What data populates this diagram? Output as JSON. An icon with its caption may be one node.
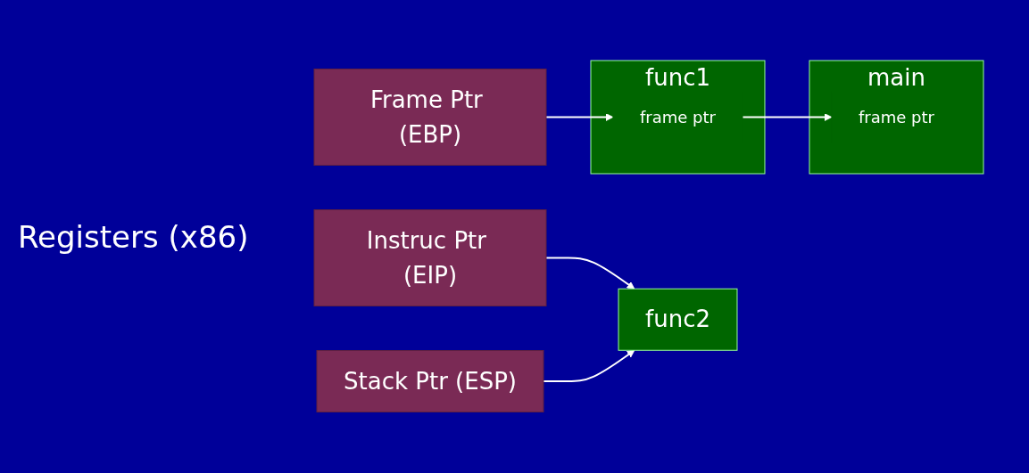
{
  "diagram": {
    "nodes": [
      {
        "text": [
          "Frame Ptr (EBP)"
        ]
      },
      {
        "text": [
          "Instruc Ptr (EIP)"
        ]
      },
      {
        "text": [
          "Stack Ptr (ESP)"
        ]
      },
      {
        "text": [
          "main"
        ]
      },
      {
        "text": [
          "frame ptr"
        ],
        "in": 3
      },
      {
        "text": [
          "func1"
        ]
      },
      {
        "text": [
          "frame ptr"
        ],
        "in": 5
      },
      {
        "text": [
          "func2"
        ]
      }
    ],
    "edges": [
      {
        "from": 0,
        "to": 6,
        "arrow": "to"
      },
      {
        "from": 6,
        "to": 4,
        "arrow": "to"
      },
      {
        "from": 1,
        "to": 7,
        "arrow": "to"
      },
      {
        "from": 2,
        "to": 7,
        "arrow": "to"
      }
    ],
    "labels": [
      "Registers (x86)"
    ]
  }
}
